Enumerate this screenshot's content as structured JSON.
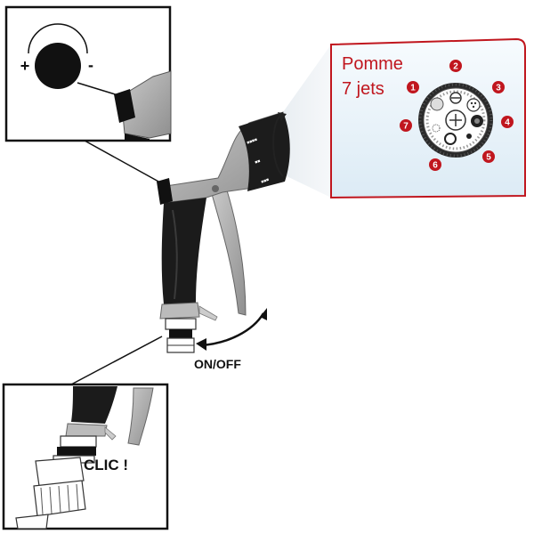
{
  "labels": {
    "pomme_line1": "Pomme",
    "pomme_line2": "7 jets",
    "on_off": "ON/OFF",
    "clic": "CLIC !",
    "plus": "+",
    "minus": "-"
  },
  "jet_positions": [
    "1",
    "2",
    "3",
    "4",
    "5",
    "6",
    "7"
  ],
  "colors": {
    "accent_red": "#c0161e",
    "grip_black": "#1b1b1b",
    "body_gray": "#a9a9a9",
    "panel_bg": "#ebf3f9"
  },
  "icons": {
    "rotation": "rotate-arrow-icon",
    "on_off": "double-arrow-icon"
  }
}
